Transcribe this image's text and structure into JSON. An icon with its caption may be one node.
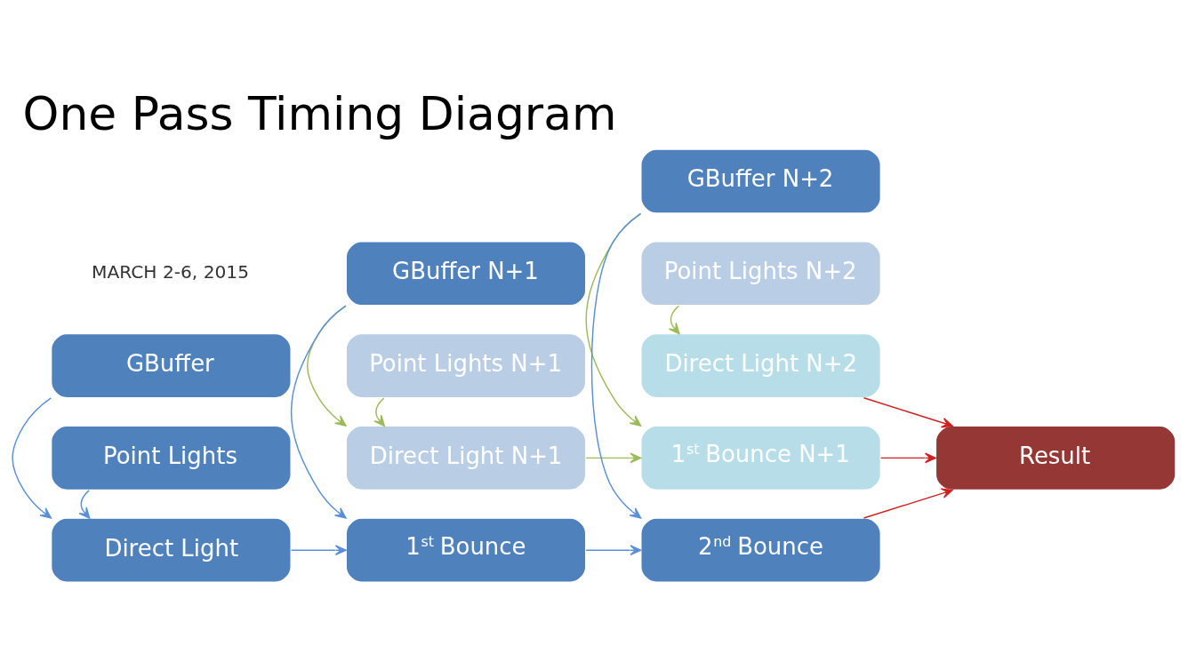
{
  "diagram": {
    "title": "One Pass Timing Diagram",
    "nodes": [
      {
        "text": [
          "GBuffer"
        ]
      },
      {
        "text": [
          "Point Lights"
        ]
      },
      {
        "text": [
          "Direct Light"
        ]
      },
      {
        "text": [
          "GBuffer N+1"
        ]
      },
      {
        "text": [
          "Point Lights N+1"
        ]
      },
      {
        "text": [
          "Direct Light N+1"
        ]
      },
      {
        "text": [
          "1$^{st}$ Bounce"
        ]
      },
      {
        "text": [
          "GBuffer N+2"
        ]
      },
      {
        "text": [
          "Point Lights N+2"
        ]
      },
      {
        "text": [
          "Direct Light N+2"
        ]
      },
      {
        "text": [
          "1$^{st}$ Bounce N+1"
        ]
      },
      {
        "text": [
          "2$^{nd}$ Bounce"
        ]
      },
      {
        "text": [
          "Result"
        ]
      }
    ],
    "edges": [
      {
        "from": 0,
        "to": 2,
        "arrow": "to"
      },
      {
        "from": 1,
        "to": 2,
        "arrow": "to"
      },
      {
        "from": 2,
        "to": 6,
        "arrow": "to"
      },
      {
        "from": 3,
        "to": 6,
        "arrow": "to"
      },
      {
        "from": 3,
        "to": 5,
        "arrow": "to",
        "color": "#9bbb59"
      },
      {
        "from": 4,
        "to": 5,
        "arrow": "to",
        "color": "#9bbb59"
      },
      {
        "from": 5,
        "to": 10,
        "arrow": "to",
        "color": "#9bbb59"
      },
      {
        "from": 7,
        "to": 10,
        "arrow": "to",
        "color": "#9bbb59"
      },
      {
        "from": 8,
        "to": 9,
        "arrow": "to",
        "color": "#9bbb59"
      },
      {
        "from": 7,
        "to": 11,
        "arrow": "to"
      },
      {
        "from": 6,
        "to": 11,
        "arrow": "to"
      },
      {
        "from": 9,
        "to": 12,
        "arrow": "to",
        "color": "#d02020"
      },
      {
        "from": 10,
        "to": 12,
        "arrow": "to",
        "color": "#d02020"
      },
      {
        "from": 11,
        "to": 12,
        "arrow": "to",
        "color": "#d02020"
      }
    ],
    "labels": [
      "MARCH 2-6, 2015"
    ]
  }
}
